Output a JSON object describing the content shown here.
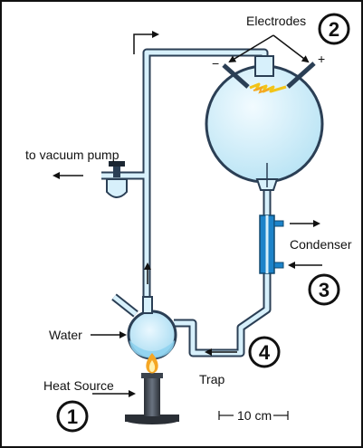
{
  "labels": {
    "electrodes": "Electrodes",
    "vacuum": "to vacuum pump",
    "condenser": "Condenser",
    "water": "Water",
    "heat_source": "Heat Source",
    "trap": "Trap",
    "scale": "10 cm",
    "minus": "−",
    "plus": "+"
  },
  "steps": {
    "heat": "1",
    "electrodes": "2",
    "condenser": "3",
    "trap": "4"
  },
  "colors": {
    "glass_outline": "#2b3f55",
    "glass_fill": "#c9e9f5",
    "water": "#8fd3f0",
    "condenser": "#1d83c9",
    "flame": "#f5a623",
    "spark": "#f2c418"
  }
}
